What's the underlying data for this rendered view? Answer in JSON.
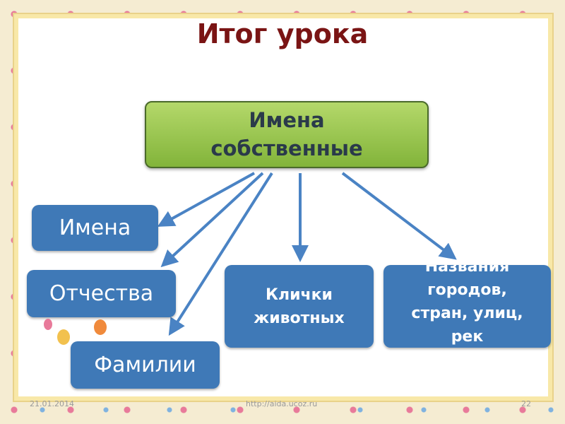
{
  "title": "Итог урока",
  "root": {
    "line1": "Имена",
    "line2": "собственные"
  },
  "leaves": [
    {
      "lines": [
        "Имена"
      ]
    },
    {
      "lines": [
        "Отчества"
      ]
    },
    {
      "lines": [
        "Фамилии"
      ]
    },
    {
      "lines": [
        "Клички",
        "животных"
      ]
    },
    {
      "lines": [
        "Названия",
        "городов,",
        "стран, улиц,",
        "рек"
      ]
    }
  ],
  "footer": {
    "date": "21.01.2014",
    "url": "http://aida.ucoz.ru",
    "page": "22"
  },
  "colors": {
    "title": "#7a1414",
    "root_fill": "#9cc653",
    "leaf_fill": "#3f79b7",
    "arrow": "#4a83c4"
  }
}
